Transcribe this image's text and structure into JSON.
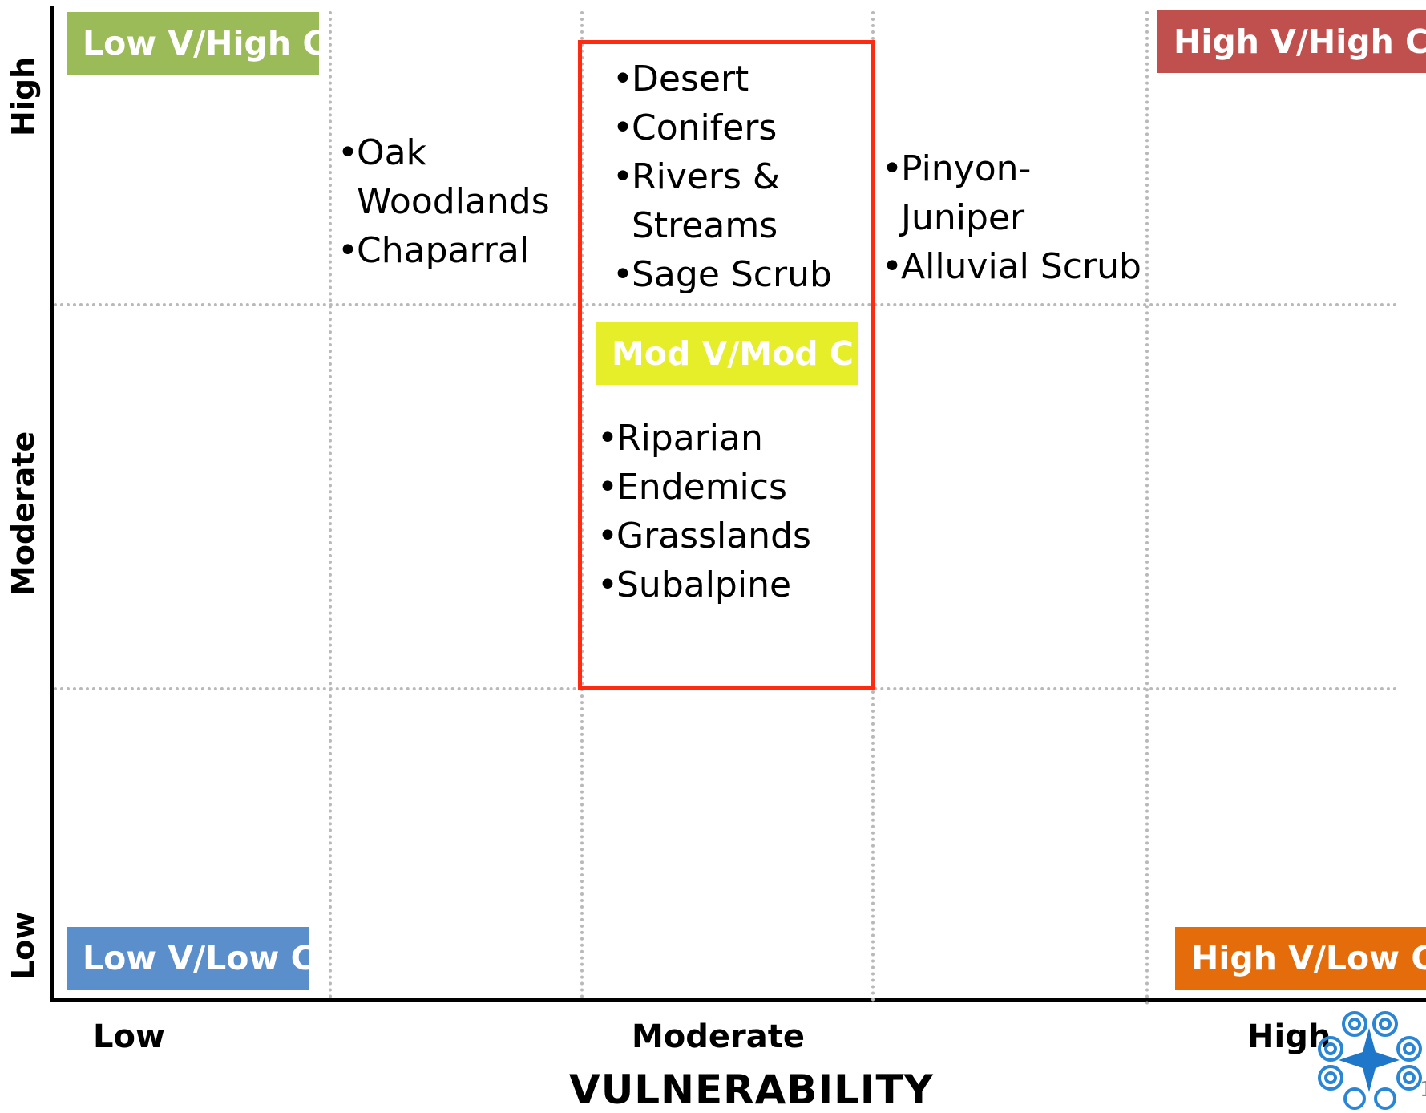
{
  "y_axis": {
    "high_label": "High",
    "moderate_label": "Moderate",
    "low_label": "Low"
  },
  "x_axis": {
    "low_label": "Low",
    "moderate_label": "Moderate",
    "high_label": "High",
    "title": "VULNERABILITY"
  },
  "quadrants": {
    "low_v_high_c": {
      "label": "Low V/High C",
      "color": "#9bbb59"
    },
    "high_v_high_c": {
      "label": "High V/High C",
      "color": "#c0504d"
    },
    "mod_v_mod_c": {
      "label": "Mod V/Mod C",
      "color": "#e6ee2a"
    },
    "low_v_low_c": {
      "label": "Low V/Low C",
      "color": "#5b8fcc"
    },
    "high_v_low_c": {
      "label": "High V/Low C",
      "color": "#e46c0a"
    }
  },
  "groups": {
    "low_mod_high": [
      "Oak Woodlands",
      "Chaparral"
    ],
    "mod_high": [
      "Desert",
      "Conifers",
      "Rivers & Streams",
      "Sage Scrub"
    ],
    "mod_mod": [
      "Riparian",
      "Endemics",
      "Grasslands",
      "Subalpine"
    ],
    "modhigh_high": [
      "Pinyon-Juniper",
      "Alluvial Scrub"
    ]
  },
  "highlight_color": "#ff2a10",
  "logo_icon": "snowflake-swirl-logo",
  "page_number": "1"
}
